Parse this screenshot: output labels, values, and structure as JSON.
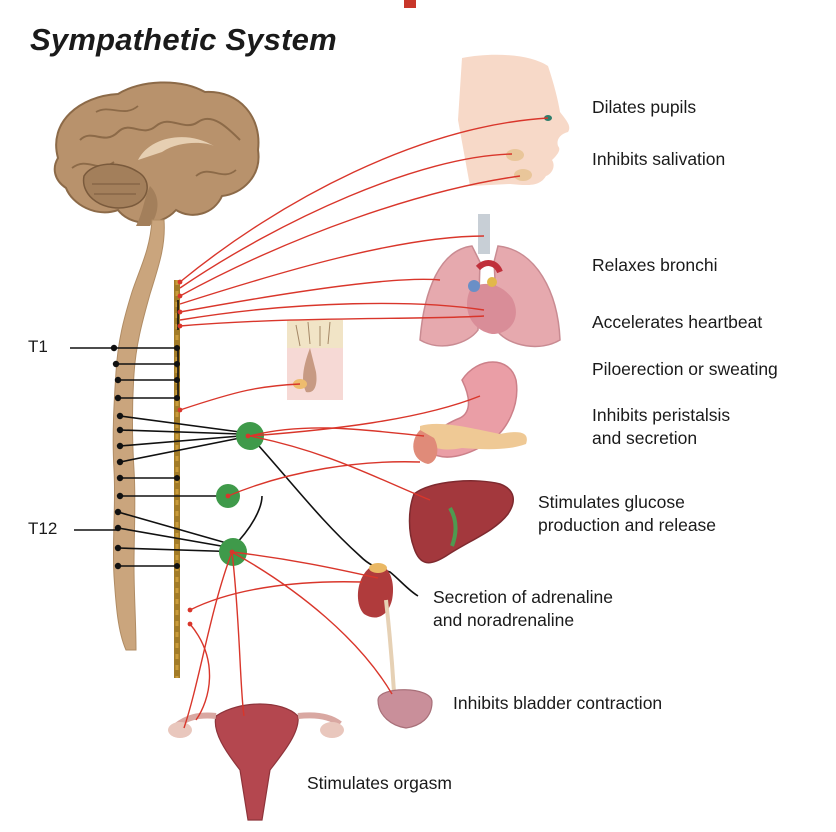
{
  "title": "Sympathetic System",
  "segments": {
    "t1": "T1",
    "t12": "T12"
  },
  "labels": {
    "pupils": "Dilates pupils",
    "salivation": "Inhibits salivation",
    "bronchi": "Relaxes bronchi",
    "heartbeat": "Accelerates heartbeat",
    "piloerection": "Piloerection or sweating",
    "peristalsis_1": "Inhibits peristalsis",
    "peristalsis_2": "and secretion",
    "glucose_1": "Stimulates glucose",
    "glucose_2": "production and release",
    "adrenaline_1": "Secretion of adrenaline",
    "adrenaline_2": "and noradrenaline",
    "bladder": "Inhibits bladder contraction",
    "orgasm": "Stimulates orgasm"
  },
  "colors": {
    "nerve": "#d9362b",
    "ganglion": "#3f9a4a",
    "spinal_cord": "#c9a57e",
    "chain": "#b88a2c",
    "brain": "#b08963"
  }
}
